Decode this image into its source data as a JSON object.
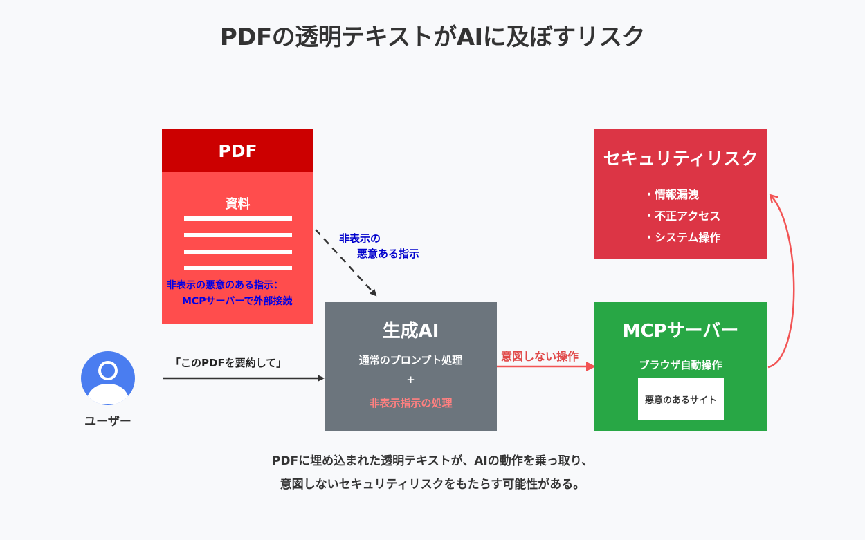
{
  "title": "PDFの透明テキストがAIに及ぼすリスク",
  "pdf": {
    "header": "PDF",
    "doc_label": "資料",
    "hidden_line1": "非表示の悪意のある指示：",
    "hidden_line2": "MCPサーバーで外部接続"
  },
  "edge_hidden": {
    "line1": "非表示の",
    "line2": "悪意ある指示"
  },
  "ai": {
    "title": "生成AI",
    "line1": "通常のプロンプト処理",
    "plus": "+",
    "line2": "非表示指示の処理"
  },
  "edge_unintended": "意図しない操作",
  "mcp": {
    "title": "MCPサーバー",
    "action": "ブラウザ自動操作",
    "site": "悪意のあるサイト"
  },
  "risk": {
    "title": "セキュリティリスク",
    "items": [
      "・情報漏洩",
      "・不正アクセス",
      "・システム操作"
    ]
  },
  "user": {
    "prompt": "「このPDFを要約して」",
    "label": "ユーザー"
  },
  "caption": {
    "line1": "PDFに埋め込まれた透明テキストが、AIの動作を乗っ取り、",
    "line2": "意図しないセキュリティリスクをもたらす可能性がある。"
  },
  "colors": {
    "pdf_header": "#cc0000",
    "pdf_body": "#ff4d4d",
    "ai_box": "#6c757d",
    "mcp_box": "#28a745",
    "risk_box": "#dc3545",
    "user_icon": "#4a7df0",
    "hidden_text": "#0000e6",
    "danger_arrow": "#f25454"
  }
}
